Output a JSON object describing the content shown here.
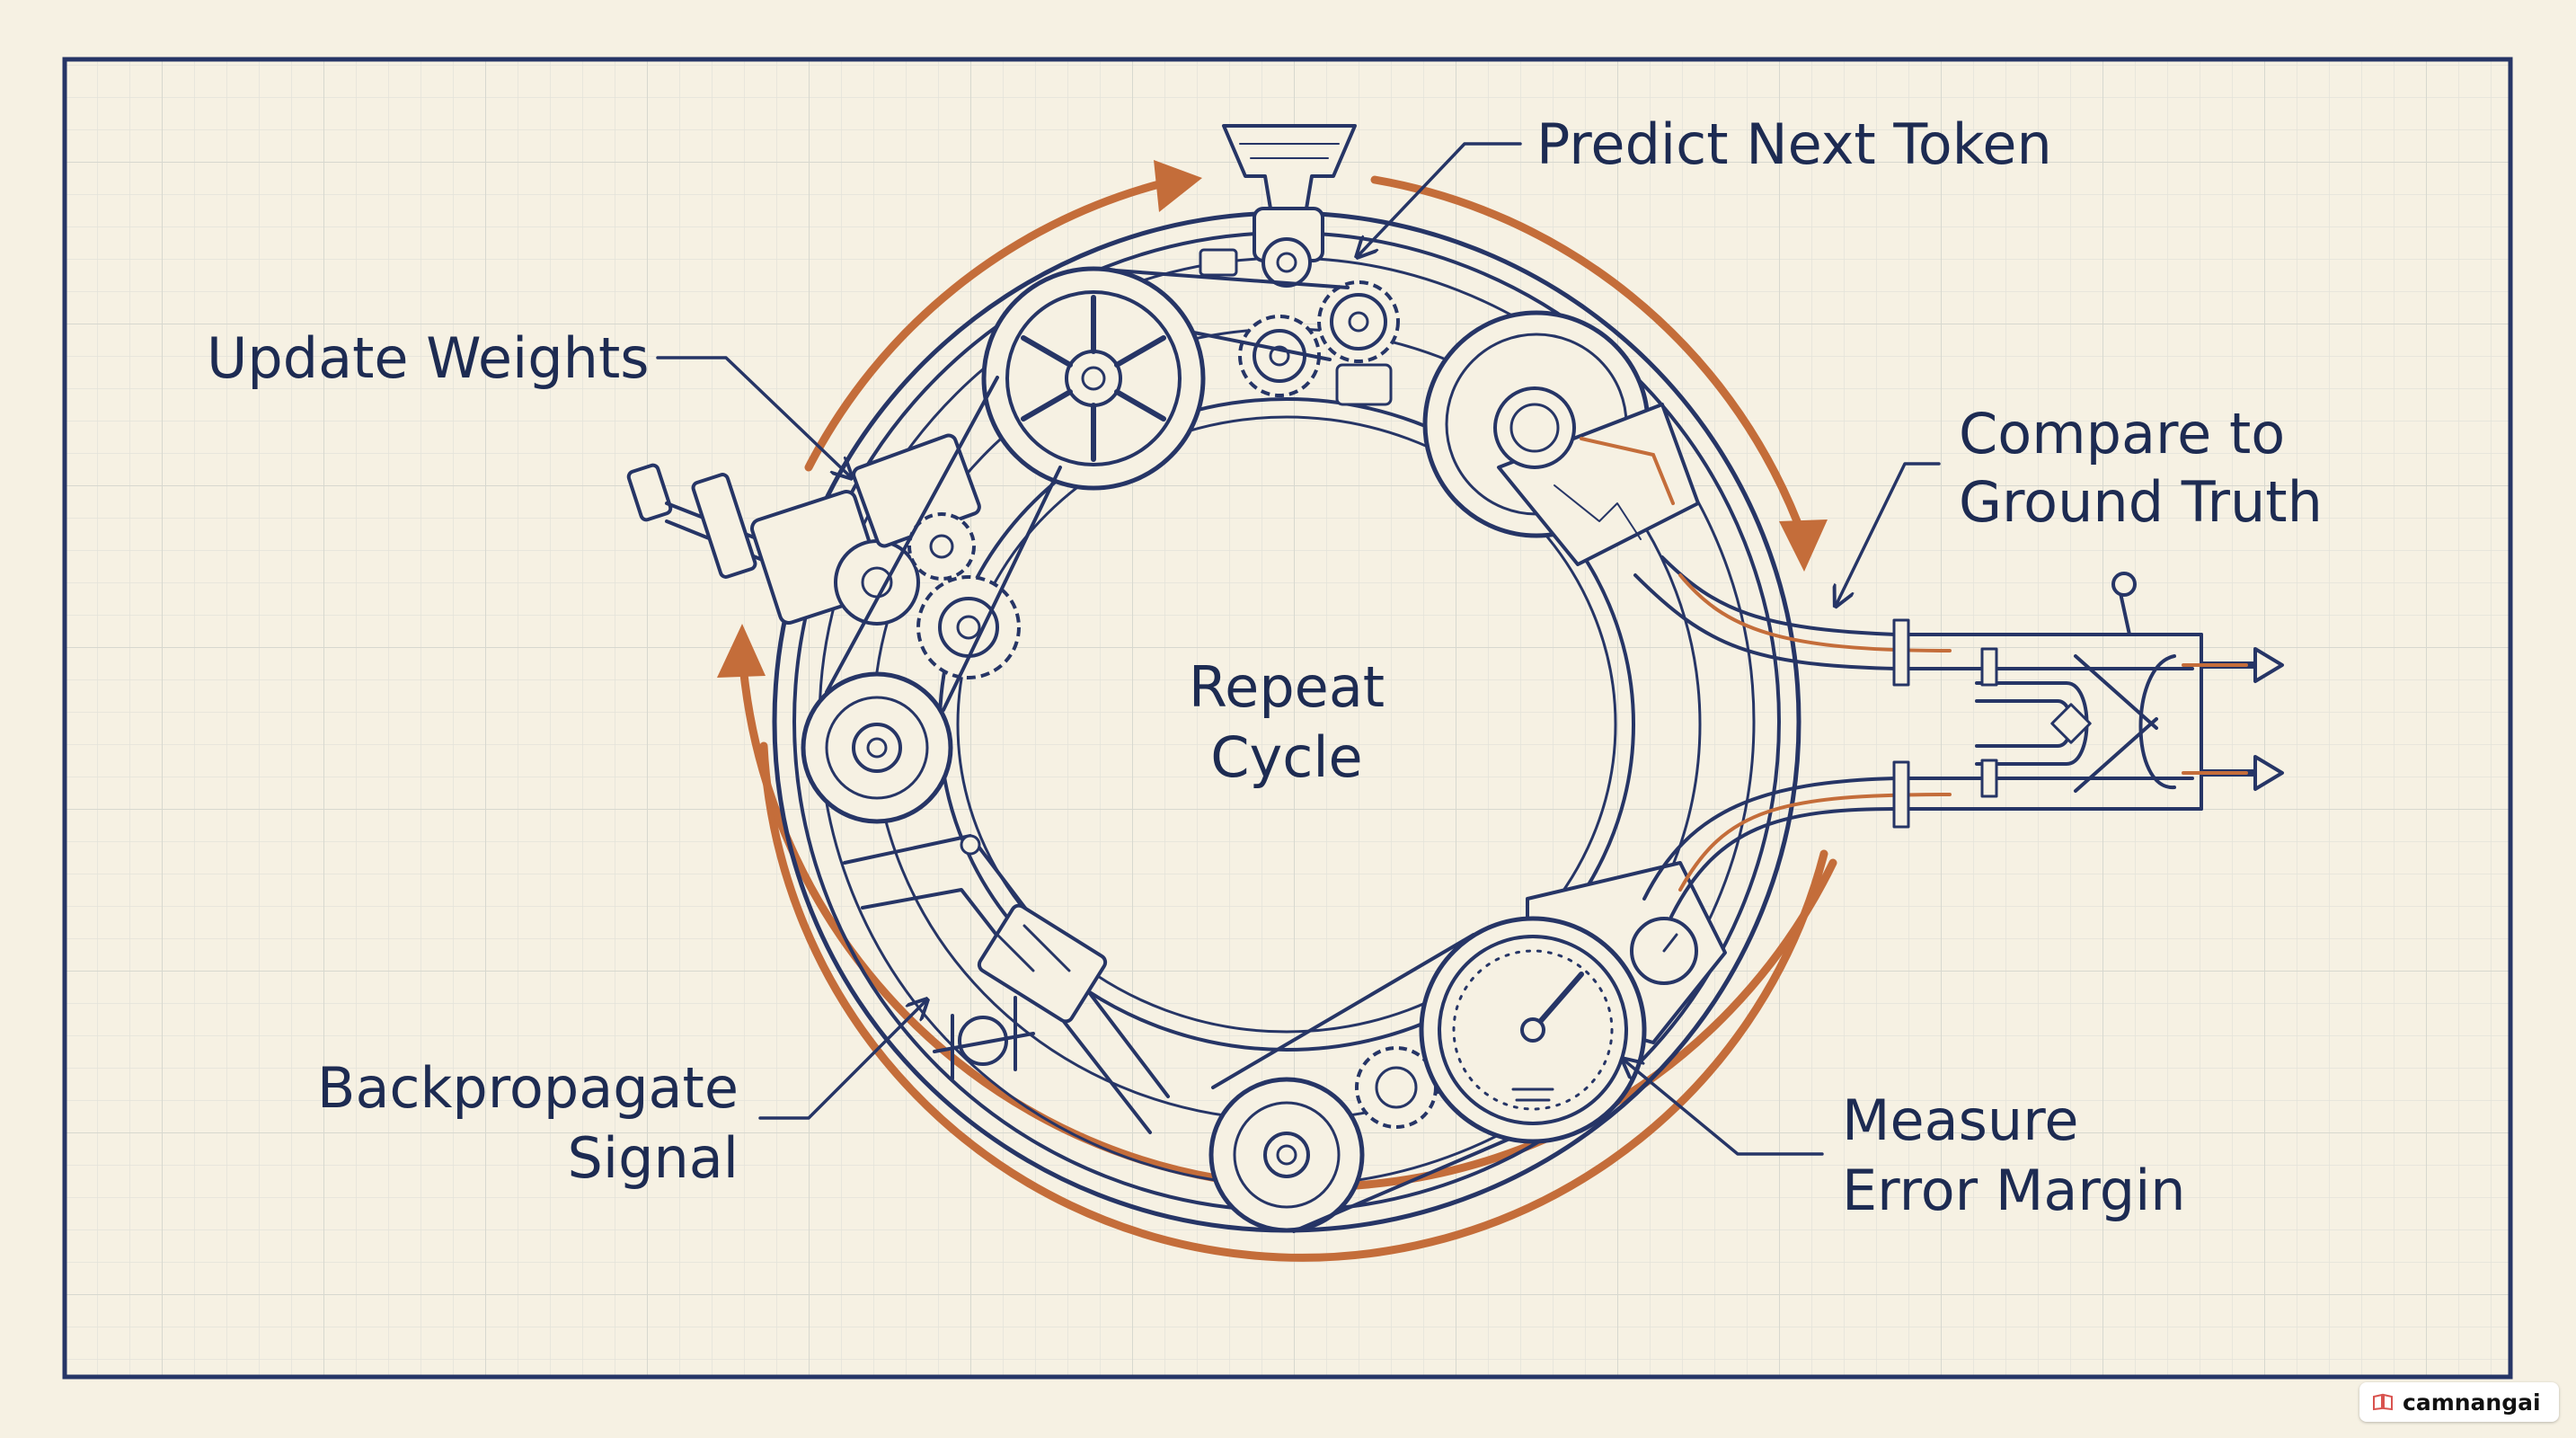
{
  "labels": {
    "predict": "Predict Next Token",
    "update": "Update Weights",
    "compare_1": "Compare to",
    "compare_2": "Ground Truth",
    "center_1": "Repeat",
    "center_2": "Cycle",
    "backprop_1": "Backpropagate",
    "backprop_2": "Signal",
    "measure_1": "Measure",
    "measure_2": "Error Margin"
  },
  "watermark": {
    "text": "camnangai",
    "icon": "book-icon"
  },
  "colors": {
    "background": "#f6f1e3",
    "ink": "#263566",
    "text": "#1d2b52",
    "accent": "#c46d3a",
    "grid": "#dfe0d8"
  }
}
